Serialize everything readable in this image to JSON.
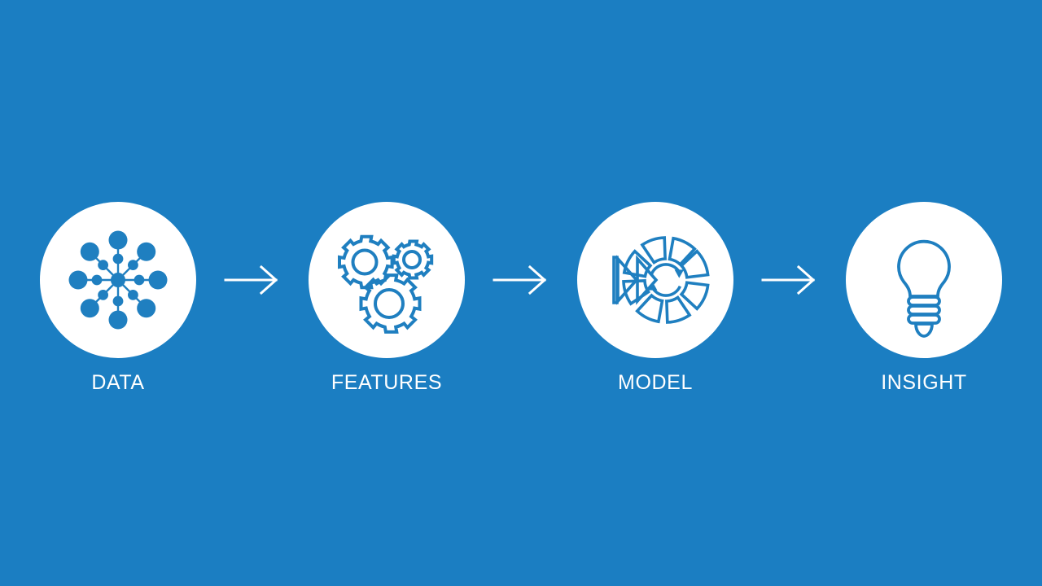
{
  "slide": {
    "background_color": "#1b7ec2",
    "icon_color": "#1f7fc0",
    "circle_color": "#ffffff",
    "text_color": "#ffffff",
    "arrow_color": "#ffffff",
    "title": "",
    "orientation": "left-to-right pipeline"
  },
  "pipeline": {
    "stages": [
      {
        "id": "data",
        "label": "DATA",
        "icon": "network-hub-icon",
        "icon_description": "central hub node with eight radiating spokes, each ending in a small node then a large node"
      },
      {
        "id": "features",
        "label": "FEATURES",
        "icon": "gears-icon",
        "icon_description": "three outlined cogwheels of differing sizes"
      },
      {
        "id": "model",
        "label": "MODEL",
        "icon": "model-process-icon",
        "icon_description": "segmented ring of eight wedges around a circular refresh arrow, with two nested play triangles at left"
      },
      {
        "id": "insight",
        "label": "INSIGHT",
        "icon": "lightbulb-icon",
        "icon_description": "outlined light bulb with threaded screw base"
      }
    ],
    "connectors": [
      {
        "id": "arrow-data-to-features",
        "icon": "arrow-right-icon"
      },
      {
        "id": "arrow-features-to-model",
        "icon": "arrow-right-icon"
      },
      {
        "id": "arrow-model-to-insight",
        "icon": "arrow-right-icon"
      }
    ]
  }
}
